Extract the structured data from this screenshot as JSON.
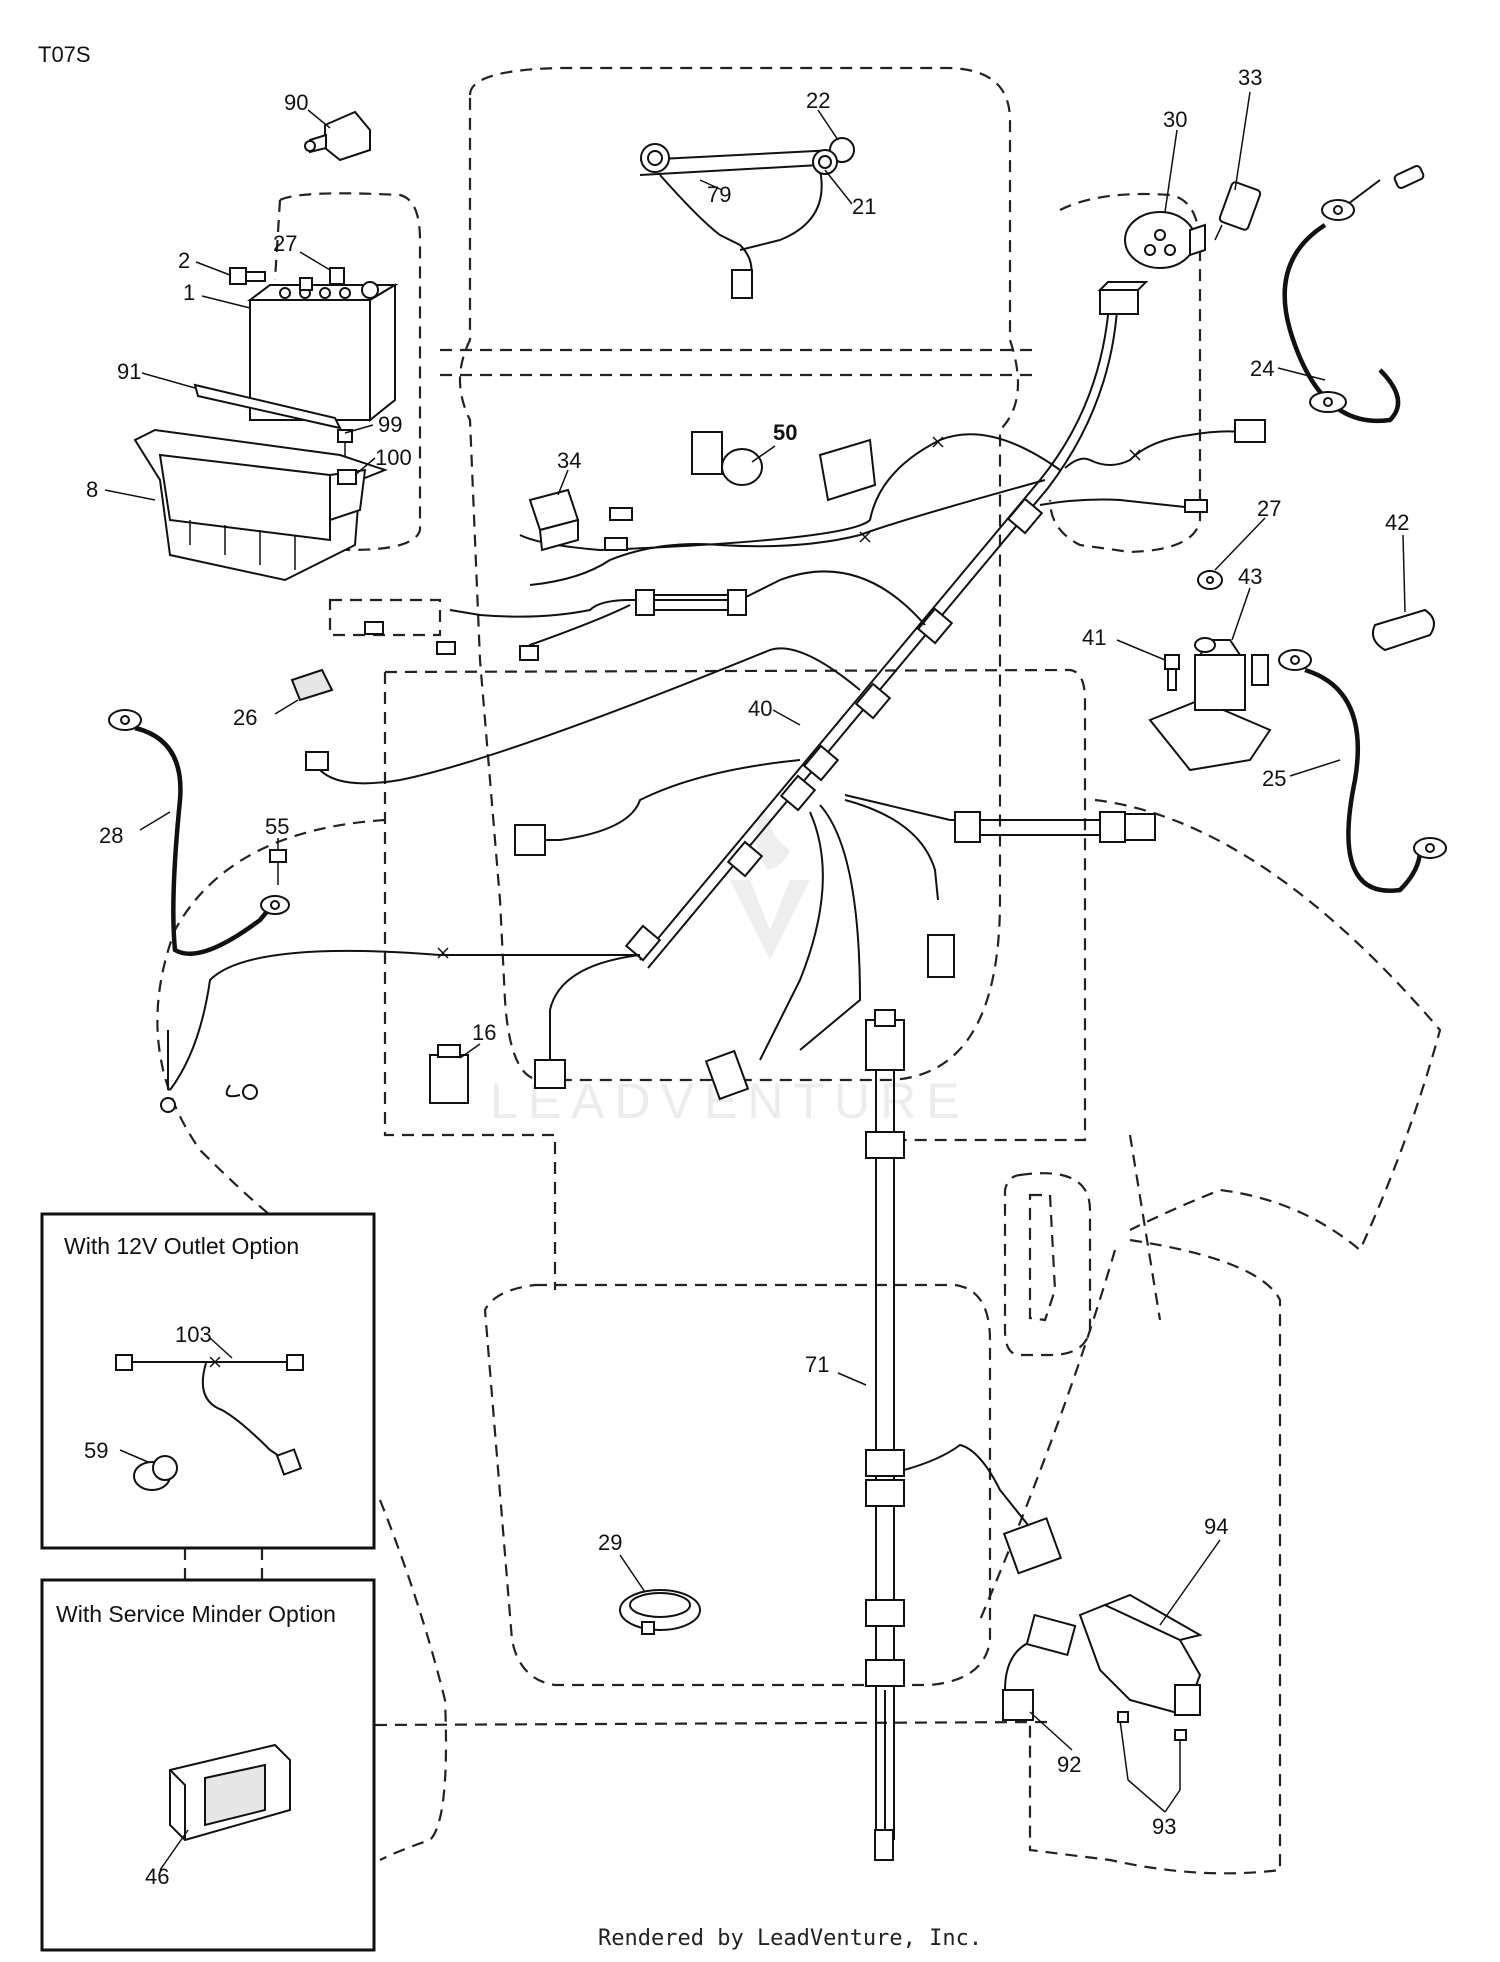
{
  "diagram": {
    "code": "T07S",
    "footer": "Rendered by LeadVenture, Inc.",
    "watermark": "LEADVENTURE",
    "callouts": [
      {
        "id": "c90",
        "text": "90"
      },
      {
        "id": "c22",
        "text": "22"
      },
      {
        "id": "c79",
        "text": "79"
      },
      {
        "id": "c21",
        "text": "21"
      },
      {
        "id": "c30",
        "text": "30"
      },
      {
        "id": "c33",
        "text": "33"
      },
      {
        "id": "c27a",
        "text": "27"
      },
      {
        "id": "c2",
        "text": "2"
      },
      {
        "id": "c1",
        "text": "1"
      },
      {
        "id": "c91",
        "text": "91"
      },
      {
        "id": "c99",
        "text": "99"
      },
      {
        "id": "c100",
        "text": "100"
      },
      {
        "id": "c8",
        "text": "8"
      },
      {
        "id": "c24",
        "text": "24"
      },
      {
        "id": "c50",
        "text": "50"
      },
      {
        "id": "c34",
        "text": "34"
      },
      {
        "id": "c27b",
        "text": "27"
      },
      {
        "id": "c42",
        "text": "42"
      },
      {
        "id": "c43",
        "text": "43"
      },
      {
        "id": "c41",
        "text": "41"
      },
      {
        "id": "c26",
        "text": "26"
      },
      {
        "id": "c40",
        "text": "40"
      },
      {
        "id": "c25",
        "text": "25"
      },
      {
        "id": "c28",
        "text": "28"
      },
      {
        "id": "c55",
        "text": "55"
      },
      {
        "id": "c16",
        "text": "16"
      },
      {
        "id": "c71",
        "text": "71"
      },
      {
        "id": "c103",
        "text": "103"
      },
      {
        "id": "c59",
        "text": "59"
      },
      {
        "id": "c29",
        "text": "29"
      },
      {
        "id": "c94",
        "text": "94"
      },
      {
        "id": "c92",
        "text": "92"
      },
      {
        "id": "c93",
        "text": "93"
      },
      {
        "id": "c46",
        "text": "46"
      }
    ],
    "option_boxes": {
      "outlet": {
        "title": "With 12V Outlet Option"
      },
      "service": {
        "title": "With Service Minder Option"
      }
    }
  }
}
